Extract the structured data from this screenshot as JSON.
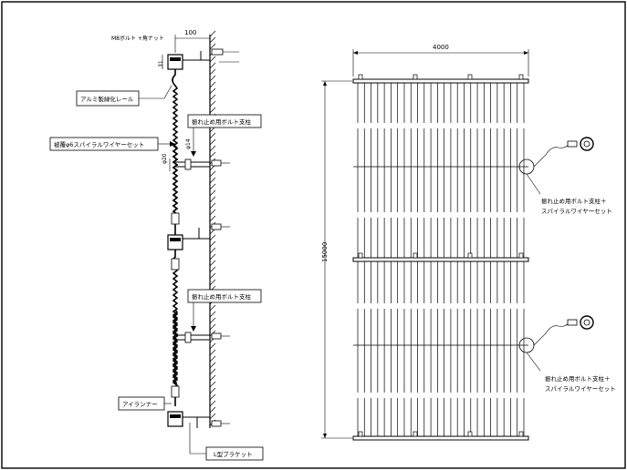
{
  "labels": {
    "m8_bolt": "M8ボルト +角ナット",
    "aluminum_rail": "アルミ製緑化レール",
    "bracket_top": "振れ止め用ボルト支柱",
    "wire_set": "被覆φ6スパイラルワイヤーセット",
    "bracket_mid": "振れ止め用ボルト支柱",
    "eye_runner": "アイランナー",
    "l_bracket": "L型ブラケット",
    "callout_upper_1": "振れ止め用ボルト支柱＋",
    "callout_upper_2": "スパイラルワイヤーセット",
    "callout_lower_1": "振れ止め用ボルト支柱＋",
    "callout_lower_2": "スパイラルワイヤーセット"
  },
  "dimensions": {
    "detail_width": "100",
    "detail_height": "31",
    "phi14": "φ14",
    "phi20": "φ20",
    "elev_width": "4000",
    "elev_height": "15000"
  },
  "colors": {
    "line": "#000000",
    "background": "#ffffff"
  }
}
